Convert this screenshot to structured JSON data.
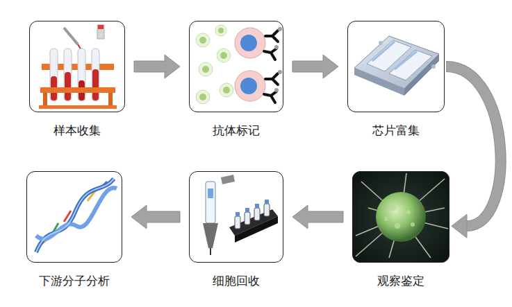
{
  "diagram": {
    "nodes": [
      {
        "text": [
          "样本收集"
        ]
      },
      {
        "text": [
          "抗体标记"
        ]
      },
      {
        "text": [
          "芯片富集"
        ]
      },
      {
        "text": [
          "观察鉴定"
        ]
      },
      {
        "text": [
          "细胞回收"
        ]
      },
      {
        "text": [
          "下游分子分析"
        ]
      }
    ],
    "edges": [
      {
        "from": 0,
        "to": 1,
        "arrow": "to"
      },
      {
        "from": 1,
        "to": 2,
        "arrow": "to"
      },
      {
        "from": 2,
        "to": 3,
        "arrow": "to"
      },
      {
        "from": 3,
        "to": 4,
        "arrow": "to"
      },
      {
        "from": 4,
        "to": 5,
        "arrow": "to"
      }
    ]
  }
}
